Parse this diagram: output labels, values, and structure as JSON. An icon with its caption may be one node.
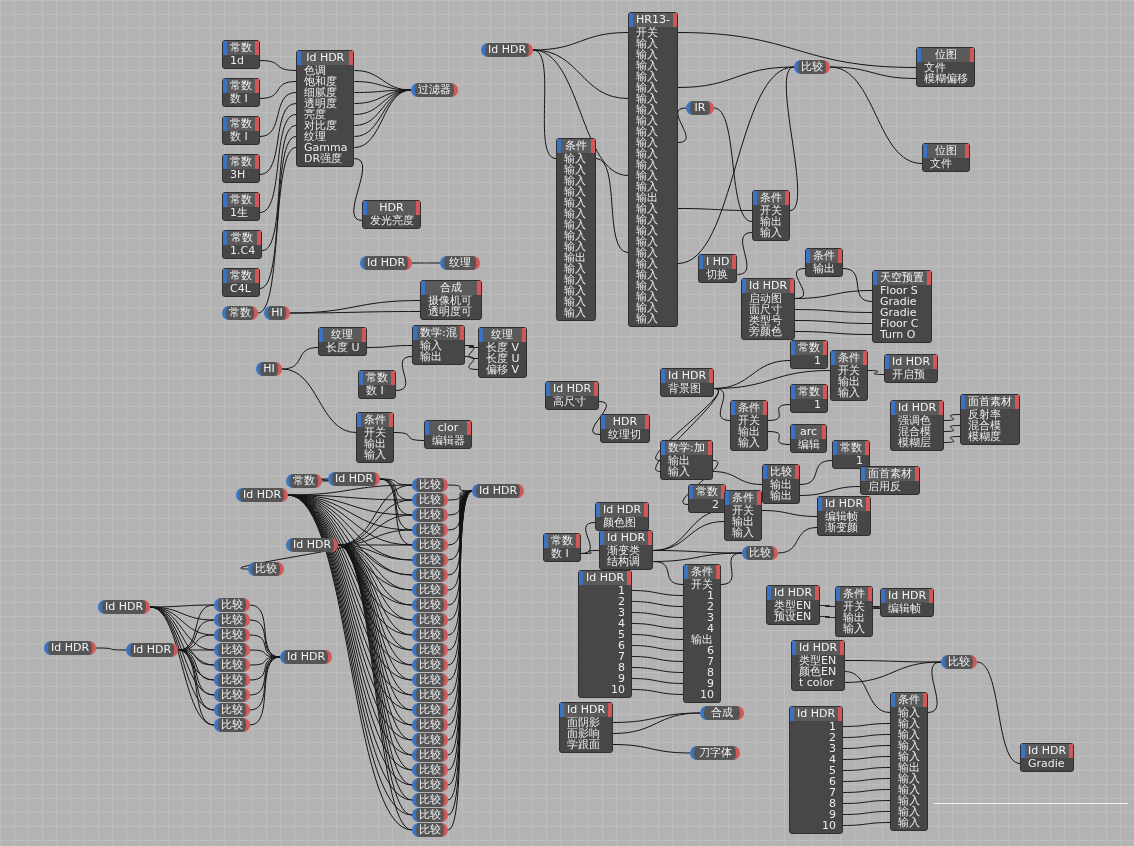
{
  "diagram": {
    "nodes": [
      {
        "text": [
          "Id HDR",
          "色调",
          "饱和度",
          "细腻度",
          "透明度",
          "亮度",
          "对比度",
          "纹理",
          "Gamma",
          "DR强度"
        ]
      },
      {
        "text": [
          "过滤器"
        ]
      },
      {
        "text": [
          "HDR",
          "发光亮度"
        ]
      },
      {
        "text": [
          "Id HDR"
        ]
      },
      {
        "text": [
          "纹理"
        ]
      },
      {
        "text": [
          "常数",
          "1d"
        ]
      },
      {
        "text": [
          "常数",
          "数 I"
        ]
      },
      {
        "text": [
          "常数",
          "数 I"
        ]
      },
      {
        "text": [
          "常数",
          "3H"
        ]
      },
      {
        "text": [
          "常数",
          "1生"
        ]
      },
      {
        "text": [
          "常数",
          "1.C4"
        ]
      },
      {
        "text": [
          "常数",
          "C4L"
        ]
      },
      {
        "text": [
          "常数"
        ]
      },
      {
        "text": [
          "HI"
        ]
      },
      {
        "text": [
          "合成",
          "摄像机可",
          "透明度可"
        ]
      },
      {
        "text": [
          "Id HDR"
        ]
      },
      {
        "text": [
          "HR13-",
          "开关",
          "输入",
          "输入",
          "输入",
          "输入",
          "输入",
          "输入",
          "输入",
          "输入",
          "输入",
          "输入",
          "输入",
          "输入",
          "输入",
          "输入",
          "输出",
          "输入",
          "输入",
          "输入",
          "输入",
          "输入",
          "输入",
          "输入",
          "输入",
          "输入",
          "输入",
          "输入"
        ]
      },
      {
        "text": [
          "条件",
          "输入",
          "输入",
          "输入",
          "输入",
          "输入",
          "输入",
          "输入",
          "输入",
          "输入",
          "输出",
          "输入",
          "输入",
          "输入",
          "输入",
          "输入"
        ]
      },
      {
        "text": [
          "IR"
        ]
      },
      {
        "text": [
          "比较"
        ]
      },
      {
        "text": [
          "位图",
          "文件",
          "模糊偏移"
        ]
      },
      {
        "text": [
          "位图",
          "文件"
        ]
      },
      {
        "text": [
          "I HD",
          "切换"
        ]
      },
      {
        "text": [
          "条件",
          "开关",
          "输出",
          "输入"
        ]
      },
      {
        "text": [
          "HI"
        ]
      },
      {
        "text": [
          "纹理",
          "长度 U"
        ]
      },
      {
        "text": [
          "常数",
          "数 I"
        ]
      },
      {
        "text": [
          "数学:混",
          "输入",
          "输出"
        ]
      },
      {
        "text": [
          "纹理",
          "长度 V",
          "长度 U",
          "偏移 V"
        ]
      },
      {
        "text": [
          "条件",
          "开关",
          "输出",
          "输入"
        ]
      },
      {
        "text": [
          "clor",
          "编辑器"
        ]
      },
      {
        "text": [
          "Id HDR",
          "高尺寸"
        ]
      },
      {
        "text": [
          "HDR",
          "纹理切"
        ]
      },
      {
        "text": [
          "Id HDR",
          "启动图",
          "面尺寸",
          "类型号",
          "旁颜色"
        ]
      },
      {
        "text": [
          "条件",
          "输出"
        ]
      },
      {
        "text": [
          "天空预置",
          "Floor S",
          "Gradie",
          "Gradie",
          "Floor C",
          "Turn O"
        ]
      },
      {
        "text": [
          "常数",
          "1"
        ]
      },
      {
        "text": [
          "Id HDR",
          "背景图"
        ]
      },
      {
        "text": [
          "条件",
          "开关",
          "输出",
          "输入"
        ]
      },
      {
        "text": [
          "Id HDR",
          "开启预"
        ]
      },
      {
        "text": [
          "条件",
          "开关",
          "输出",
          "输入"
        ]
      },
      {
        "text": [
          "常数",
          "1"
        ]
      },
      {
        "text": [
          "arc",
          "编辑"
        ]
      },
      {
        "text": [
          "Id HDR",
          "强调色",
          "混合模",
          "模糊层"
        ]
      },
      {
        "text": [
          "面首素材",
          "反射率",
          "混合模",
          "模糊度"
        ]
      },
      {
        "text": [
          "数学:加",
          "输出",
          "输入"
        ]
      },
      {
        "text": [
          "常数",
          "2"
        ]
      },
      {
        "text": [
          "比较",
          "输出",
          "输出"
        ]
      },
      {
        "text": [
          "常数",
          "1"
        ]
      },
      {
        "text": [
          "面首素材",
          "启用反"
        ]
      },
      {
        "text": [
          "常数",
          "数 I"
        ]
      },
      {
        "text": [
          "Id HDR",
          "颜色图"
        ]
      },
      {
        "text": [
          "Id HDR",
          "渐变类",
          "结构调"
        ]
      },
      {
        "text": [
          "条件",
          "开关",
          "输出",
          "输入"
        ]
      },
      {
        "text": [
          "Id HDR",
          "编辑帧",
          "渐变颜"
        ]
      },
      {
        "text": [
          "比较"
        ]
      },
      {
        "text": [
          "Id HDR",
          "1",
          "2",
          "3",
          "4",
          "5",
          "6",
          "7",
          "8",
          "9",
          "10"
        ]
      },
      {
        "text": [
          "条件",
          "开关",
          "1",
          "2",
          "3",
          "4",
          "输出",
          "6",
          "7",
          "8",
          "9",
          "10"
        ]
      },
      {
        "text": [
          "Id HDR",
          "类型EN",
          "预设EN"
        ]
      },
      {
        "text": [
          "条件",
          "开关",
          "输出",
          "输入"
        ]
      },
      {
        "text": [
          "Id HDR",
          "编辑帧"
        ]
      },
      {
        "text": [
          "Id HDR",
          "面阴影",
          "面影响",
          "学跟面"
        ]
      },
      {
        "text": [
          "合成"
        ]
      },
      {
        "text": [
          "刀字体"
        ]
      },
      {
        "text": [
          "Id HDR",
          "类型EN",
          "颜色EN",
          "t color"
        ]
      },
      {
        "text": [
          "比较"
        ]
      },
      {
        "text": [
          "Id HDR",
          "1",
          "2",
          "3",
          "4",
          "5",
          "6",
          "7",
          "8",
          "9",
          "10"
        ]
      },
      {
        "text": [
          "条件",
          "输入",
          "输入",
          "输入",
          "输入",
          "输入",
          "输出",
          "输入",
          "输入",
          "输入",
          "输入",
          "输入"
        ]
      },
      {
        "text": [
          "Id HDR",
          "Gradie"
        ]
      },
      {
        "text": [
          "常数"
        ]
      },
      {
        "text": [
          "Id HDR"
        ]
      },
      {
        "text": [
          "Id HDR"
        ]
      },
      {
        "text": [
          "Id HDR"
        ]
      },
      {
        "text": [
          "Id HDR"
        ]
      },
      {
        "text": [
          "比较"
        ]
      },
      {
        "text": [
          "比较"
        ]
      },
      {
        "text": [
          "比较"
        ]
      },
      {
        "text": [
          "比较"
        ]
      },
      {
        "text": [
          "比较"
        ]
      },
      {
        "text": [
          "比较"
        ]
      },
      {
        "text": [
          "比较"
        ]
      },
      {
        "text": [
          "比较"
        ]
      },
      {
        "text": [
          "比较"
        ]
      },
      {
        "text": [
          "比较"
        ]
      },
      {
        "text": [
          "比较"
        ]
      },
      {
        "text": [
          "比较"
        ]
      },
      {
        "text": [
          "比较"
        ]
      },
      {
        "text": [
          "比较"
        ]
      },
      {
        "text": [
          "比较"
        ]
      },
      {
        "text": [
          "比较"
        ]
      },
      {
        "text": [
          "比较"
        ]
      },
      {
        "text": [
          "比较"
        ]
      },
      {
        "text": [
          "比较"
        ]
      },
      {
        "text": [
          "比较"
        ]
      },
      {
        "text": [
          "比较"
        ]
      },
      {
        "text": [
          "比较"
        ]
      },
      {
        "text": [
          "比较"
        ]
      },
      {
        "text": [
          "比较"
        ]
      },
      {
        "text": [
          "比较"
        ]
      },
      {
        "text": [
          "Id HDR"
        ]
      },
      {
        "text": [
          "Id HDR"
        ]
      },
      {
        "text": [
          "Id HDR"
        ]
      },
      {
        "text": [
          "比较"
        ]
      },
      {
        "text": [
          "比较"
        ]
      },
      {
        "text": [
          "比较"
        ]
      },
      {
        "text": [
          "比较"
        ]
      },
      {
        "text": [
          "比较"
        ]
      },
      {
        "text": [
          "比较"
        ]
      },
      {
        "text": [
          "比较"
        ]
      },
      {
        "text": [
          "比较"
        ]
      },
      {
        "text": [
          "比较"
        ]
      },
      {
        "text": [
          "Id HDR"
        ]
      }
    ],
    "edges": [
      {
        "from": 5,
        "to": 0,
        "arrow": "none"
      },
      {
        "from": 6,
        "to": 0,
        "arrow": "none"
      },
      {
        "from": 7,
        "to": 0,
        "arrow": "none"
      },
      {
        "from": 8,
        "to": 0,
        "arrow": "none"
      },
      {
        "from": 9,
        "to": 0,
        "arrow": "none"
      },
      {
        "from": 10,
        "to": 0,
        "arrow": "none"
      },
      {
        "from": 11,
        "to": 0,
        "arrow": "none"
      },
      {
        "from": 12,
        "to": 0,
        "arrow": "none"
      },
      {
        "from": 0,
        "to": 1,
        "arrow": "none"
      },
      {
        "from": 0,
        "to": 1,
        "arrow": "none"
      },
      {
        "from": 0,
        "to": 1,
        "arrow": "none"
      },
      {
        "from": 0,
        "to": 1,
        "arrow": "none"
      },
      {
        "from": 0,
        "to": 1,
        "arrow": "none"
      },
      {
        "from": 0,
        "to": 1,
        "arrow": "none"
      },
      {
        "from": 0,
        "to": 1,
        "arrow": "none"
      },
      {
        "from": 0,
        "to": 1,
        "arrow": "none"
      },
      {
        "from": 0,
        "to": 2,
        "arrow": "none"
      },
      {
        "from": 3,
        "to": 4,
        "arrow": "none"
      },
      {
        "from": 13,
        "to": 14,
        "arrow": "none"
      },
      {
        "from": 13,
        "to": 14,
        "arrow": "none"
      },
      {
        "from": 15,
        "to": 16,
        "arrow": "none"
      },
      {
        "from": 15,
        "to": 16,
        "arrow": "none"
      },
      {
        "from": 15,
        "to": 16,
        "arrow": "none"
      },
      {
        "from": 15,
        "to": 17,
        "arrow": "none"
      },
      {
        "from": 17,
        "to": 16,
        "arrow": "none"
      },
      {
        "from": 16,
        "to": 20,
        "arrow": "none"
      },
      {
        "from": 16,
        "to": 19,
        "arrow": "none"
      },
      {
        "from": 16,
        "to": 18,
        "arrow": "none"
      },
      {
        "from": 16,
        "to": 23,
        "arrow": "none"
      },
      {
        "from": 16,
        "to": 19,
        "arrow": "none"
      },
      {
        "from": 18,
        "to": 23,
        "arrow": "none"
      },
      {
        "from": 22,
        "to": 23,
        "arrow": "none"
      },
      {
        "from": 23,
        "to": 19,
        "arrow": "none"
      },
      {
        "from": 19,
        "to": 20,
        "arrow": "none"
      },
      {
        "from": 19,
        "to": 21,
        "arrow": "none"
      },
      {
        "from": 24,
        "to": 25,
        "arrow": "none"
      },
      {
        "from": 24,
        "to": 29,
        "arrow": "none"
      },
      {
        "from": 25,
        "to": 27,
        "arrow": "none"
      },
      {
        "from": 26,
        "to": 27,
        "arrow": "none"
      },
      {
        "from": 27,
        "to": 28,
        "arrow": "none"
      },
      {
        "from": 27,
        "to": 28,
        "arrow": "none"
      },
      {
        "from": 27,
        "to": 28,
        "arrow": "none"
      },
      {
        "from": 29,
        "to": 30,
        "arrow": "none"
      },
      {
        "from": 31,
        "to": 32,
        "arrow": "none"
      },
      {
        "from": 33,
        "to": 34,
        "arrow": "none"
      },
      {
        "from": 33,
        "to": 35,
        "arrow": "none"
      },
      {
        "from": 34,
        "to": 35,
        "arrow": "none"
      },
      {
        "from": 33,
        "to": 35,
        "arrow": "none"
      },
      {
        "from": 33,
        "to": 35,
        "arrow": "none"
      },
      {
        "from": 33,
        "to": 35,
        "arrow": "none"
      },
      {
        "from": 37,
        "to": 36,
        "arrow": "none"
      },
      {
        "from": 37,
        "to": 38,
        "arrow": "none"
      },
      {
        "from": 37,
        "to": 40,
        "arrow": "none"
      },
      {
        "from": 37,
        "to": 45,
        "arrow": "none"
      },
      {
        "from": 37,
        "to": 45,
        "arrow": "none"
      },
      {
        "from": 38,
        "to": 39,
        "arrow": "none"
      },
      {
        "from": 40,
        "to": 41,
        "arrow": "none"
      },
      {
        "from": 40,
        "to": 42,
        "arrow": "none"
      },
      {
        "from": 45,
        "to": 46,
        "arrow": "none"
      },
      {
        "from": 45,
        "to": 47,
        "arrow": "none"
      },
      {
        "from": 47,
        "to": 48,
        "arrow": "none"
      },
      {
        "from": 47,
        "to": 49,
        "arrow": "none"
      },
      {
        "from": 43,
        "to": 44,
        "arrow": "none"
      },
      {
        "from": 43,
        "to": 44,
        "arrow": "none"
      },
      {
        "from": 43,
        "to": 44,
        "arrow": "none"
      },
      {
        "from": 50,
        "to": 51,
        "arrow": "none"
      },
      {
        "from": 50,
        "to": 52,
        "arrow": "none"
      },
      {
        "from": 52,
        "to": 53,
        "arrow": "none"
      },
      {
        "from": 52,
        "to": 53,
        "arrow": "none"
      },
      {
        "from": 52,
        "to": 55,
        "arrow": "none"
      },
      {
        "from": 52,
        "to": 55,
        "arrow": "none"
      },
      {
        "from": 52,
        "to": 57,
        "arrow": "none"
      },
      {
        "from": 53,
        "to": 54,
        "arrow": "none"
      },
      {
        "from": 55,
        "to": 54,
        "arrow": "none"
      },
      {
        "from": 57,
        "to": 55,
        "arrow": "none"
      },
      {
        "from": 56,
        "to": 57,
        "arrow": "none"
      },
      {
        "from": 56,
        "to": 57,
        "arrow": "none"
      },
      {
        "from": 56,
        "to": 57,
        "arrow": "none"
      },
      {
        "from": 56,
        "to": 57,
        "arrow": "none"
      },
      {
        "from": 56,
        "to": 57,
        "arrow": "none"
      },
      {
        "from": 56,
        "to": 57,
        "arrow": "none"
      },
      {
        "from": 56,
        "to": 57,
        "arrow": "none"
      },
      {
        "from": 56,
        "to": 57,
        "arrow": "none"
      },
      {
        "from": 56,
        "to": 57,
        "arrow": "none"
      },
      {
        "from": 56,
        "to": 57,
        "arrow": "none"
      },
      {
        "from": 58,
        "to": 59,
        "arrow": "none"
      },
      {
        "from": 58,
        "to": 59,
        "arrow": "none"
      },
      {
        "from": 59,
        "to": 60,
        "arrow": "none"
      },
      {
        "from": 61,
        "to": 62,
        "arrow": "none"
      },
      {
        "from": 61,
        "to": 62,
        "arrow": "none"
      },
      {
        "from": 61,
        "to": 63,
        "arrow": "none"
      },
      {
        "from": 64,
        "to": 65,
        "arrow": "none"
      },
      {
        "from": 64,
        "to": 67,
        "arrow": "none"
      },
      {
        "from": 64,
        "to": 65,
        "arrow": "none"
      },
      {
        "from": 66,
        "to": 67,
        "arrow": "none"
      },
      {
        "from": 66,
        "to": 67,
        "arrow": "none"
      },
      {
        "from": 66,
        "to": 67,
        "arrow": "none"
      },
      {
        "from": 66,
        "to": 67,
        "arrow": "none"
      },
      {
        "from": 66,
        "to": 67,
        "arrow": "none"
      },
      {
        "from": 66,
        "to": 67,
        "arrow": "none"
      },
      {
        "from": 66,
        "to": 67,
        "arrow": "none"
      },
      {
        "from": 66,
        "to": 67,
        "arrow": "none"
      },
      {
        "from": 66,
        "to": 67,
        "arrow": "none"
      },
      {
        "from": 66,
        "to": 67,
        "arrow": "none"
      },
      {
        "from": 67,
        "to": 65,
        "arrow": "none"
      },
      {
        "from": 65,
        "to": 68,
        "arrow": "none"
      },
      {
        "from": 69,
        "to": 70,
        "arrow": "none"
      },
      {
        "from": 73,
        "to": 74,
        "arrow": "none"
      },
      {
        "from": 70,
        "to": 75,
        "arrow": "none"
      },
      {
        "from": 70,
        "to": 76,
        "arrow": "none"
      },
      {
        "from": 70,
        "to": 77,
        "arrow": "none"
      },
      {
        "from": 70,
        "to": 78,
        "arrow": "none"
      },
      {
        "from": 70,
        "to": 79,
        "arrow": "none"
      },
      {
        "from": 71,
        "to": 75,
        "arrow": "none"
      },
      {
        "from": 71,
        "to": 76,
        "arrow": "none"
      },
      {
        "from": 71,
        "to": 77,
        "arrow": "none"
      },
      {
        "from": 71,
        "to": 78,
        "arrow": "none"
      },
      {
        "from": 71,
        "to": 79,
        "arrow": "none"
      },
      {
        "from": 71,
        "to": 80,
        "arrow": "none"
      },
      {
        "from": 71,
        "to": 81,
        "arrow": "none"
      },
      {
        "from": 71,
        "to": 82,
        "arrow": "none"
      },
      {
        "from": 71,
        "to": 83,
        "arrow": "none"
      },
      {
        "from": 71,
        "to": 84,
        "arrow": "none"
      },
      {
        "from": 71,
        "to": 85,
        "arrow": "none"
      },
      {
        "from": 71,
        "to": 86,
        "arrow": "none"
      },
      {
        "from": 71,
        "to": 87,
        "arrow": "none"
      },
      {
        "from": 71,
        "to": 88,
        "arrow": "none"
      },
      {
        "from": 71,
        "to": 89,
        "arrow": "none"
      },
      {
        "from": 71,
        "to": 90,
        "arrow": "none"
      },
      {
        "from": 71,
        "to": 91,
        "arrow": "none"
      },
      {
        "from": 71,
        "to": 92,
        "arrow": "none"
      },
      {
        "from": 71,
        "to": 93,
        "arrow": "none"
      },
      {
        "from": 71,
        "to": 94,
        "arrow": "none"
      },
      {
        "from": 71,
        "to": 95,
        "arrow": "none"
      },
      {
        "from": 71,
        "to": 96,
        "arrow": "none"
      },
      {
        "from": 71,
        "to": 97,
        "arrow": "none"
      },
      {
        "from": 71,
        "to": 98,
        "arrow": "none"
      },
      {
        "from": 73,
        "to": 75,
        "arrow": "none"
      },
      {
        "from": 73,
        "to": 76,
        "arrow": "none"
      },
      {
        "from": 73,
        "to": 77,
        "arrow": "none"
      },
      {
        "from": 73,
        "to": 78,
        "arrow": "none"
      },
      {
        "from": 73,
        "to": 79,
        "arrow": "none"
      },
      {
        "from": 73,
        "to": 80,
        "arrow": "none"
      },
      {
        "from": 73,
        "to": 81,
        "arrow": "none"
      },
      {
        "from": 73,
        "to": 82,
        "arrow": "none"
      },
      {
        "from": 73,
        "to": 83,
        "arrow": "none"
      },
      {
        "from": 73,
        "to": 84,
        "arrow": "none"
      },
      {
        "from": 73,
        "to": 85,
        "arrow": "none"
      },
      {
        "from": 73,
        "to": 86,
        "arrow": "none"
      },
      {
        "from": 73,
        "to": 87,
        "arrow": "none"
      },
      {
        "from": 73,
        "to": 88,
        "arrow": "none"
      },
      {
        "from": 73,
        "to": 89,
        "arrow": "none"
      },
      {
        "from": 73,
        "to": 90,
        "arrow": "none"
      },
      {
        "from": 73,
        "to": 91,
        "arrow": "none"
      },
      {
        "from": 73,
        "to": 92,
        "arrow": "none"
      },
      {
        "from": 73,
        "to": 93,
        "arrow": "none"
      },
      {
        "from": 73,
        "to": 94,
        "arrow": "none"
      },
      {
        "from": 73,
        "to": 95,
        "arrow": "none"
      },
      {
        "from": 73,
        "to": 96,
        "arrow": "none"
      },
      {
        "from": 73,
        "to": 97,
        "arrow": "none"
      },
      {
        "from": 73,
        "to": 98,
        "arrow": "none"
      },
      {
        "from": 75,
        "to": 72,
        "arrow": "none"
      },
      {
        "from": 76,
        "to": 72,
        "arrow": "none"
      },
      {
        "from": 77,
        "to": 72,
        "arrow": "none"
      },
      {
        "from": 78,
        "to": 72,
        "arrow": "none"
      },
      {
        "from": 79,
        "to": 72,
        "arrow": "none"
      },
      {
        "from": 80,
        "to": 72,
        "arrow": "none"
      },
      {
        "from": 81,
        "to": 72,
        "arrow": "none"
      },
      {
        "from": 82,
        "to": 72,
        "arrow": "none"
      },
      {
        "from": 83,
        "to": 72,
        "arrow": "none"
      },
      {
        "from": 84,
        "to": 72,
        "arrow": "none"
      },
      {
        "from": 85,
        "to": 72,
        "arrow": "none"
      },
      {
        "from": 86,
        "to": 72,
        "arrow": "none"
      },
      {
        "from": 87,
        "to": 72,
        "arrow": "none"
      },
      {
        "from": 88,
        "to": 72,
        "arrow": "none"
      },
      {
        "from": 89,
        "to": 72,
        "arrow": "none"
      },
      {
        "from": 90,
        "to": 72,
        "arrow": "none"
      },
      {
        "from": 91,
        "to": 72,
        "arrow": "none"
      },
      {
        "from": 92,
        "to": 72,
        "arrow": "none"
      },
      {
        "from": 93,
        "to": 72,
        "arrow": "none"
      },
      {
        "from": 94,
        "to": 72,
        "arrow": "none"
      },
      {
        "from": 95,
        "to": 72,
        "arrow": "none"
      },
      {
        "from": 96,
        "to": 72,
        "arrow": "none"
      },
      {
        "from": 97,
        "to": 72,
        "arrow": "none"
      },
      {
        "from": 98,
        "to": 72,
        "arrow": "none"
      },
      {
        "from": 100,
        "to": 101,
        "arrow": "none"
      },
      {
        "from": 99,
        "to": 102,
        "arrow": "none"
      },
      {
        "from": 99,
        "to": 103,
        "arrow": "none"
      },
      {
        "from": 99,
        "to": 104,
        "arrow": "none"
      },
      {
        "from": 99,
        "to": 105,
        "arrow": "none"
      },
      {
        "from": 99,
        "to": 106,
        "arrow": "none"
      },
      {
        "from": 99,
        "to": 107,
        "arrow": "none"
      },
      {
        "from": 99,
        "to": 108,
        "arrow": "none"
      },
      {
        "from": 99,
        "to": 109,
        "arrow": "none"
      },
      {
        "from": 99,
        "to": 110,
        "arrow": "none"
      },
      {
        "from": 101,
        "to": 102,
        "arrow": "none"
      },
      {
        "from": 101,
        "to": 103,
        "arrow": "none"
      },
      {
        "from": 101,
        "to": 104,
        "arrow": "none"
      },
      {
        "from": 101,
        "to": 105,
        "arrow": "none"
      },
      {
        "from": 101,
        "to": 106,
        "arrow": "none"
      },
      {
        "from": 101,
        "to": 107,
        "arrow": "none"
      },
      {
        "from": 101,
        "to": 108,
        "arrow": "none"
      },
      {
        "from": 101,
        "to": 109,
        "arrow": "none"
      },
      {
        "from": 101,
        "to": 110,
        "arrow": "none"
      },
      {
        "from": 102,
        "to": 111,
        "arrow": "none"
      },
      {
        "from": 103,
        "to": 111,
        "arrow": "none"
      },
      {
        "from": 104,
        "to": 111,
        "arrow": "none"
      },
      {
        "from": 105,
        "to": 111,
        "arrow": "none"
      },
      {
        "from": 106,
        "to": 111,
        "arrow": "none"
      },
      {
        "from": 107,
        "to": 111,
        "arrow": "none"
      },
      {
        "from": 108,
        "to": 111,
        "arrow": "none"
      },
      {
        "from": 109,
        "to": 111,
        "arrow": "none"
      },
      {
        "from": 110,
        "to": 111,
        "arrow": "none"
      }
    ]
  }
}
